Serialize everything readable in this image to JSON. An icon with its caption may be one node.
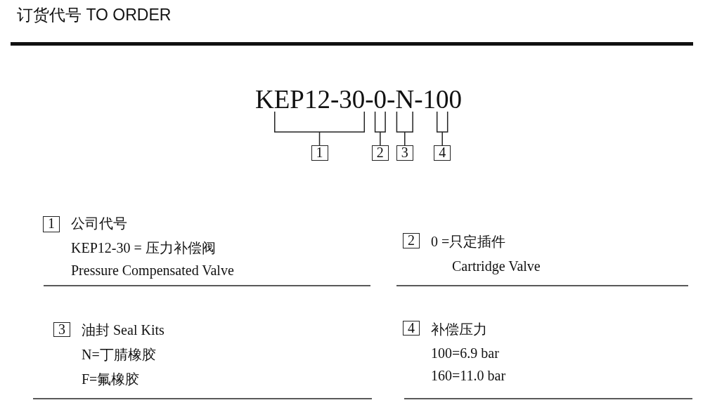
{
  "diagram": {
    "title": "订货代号 TO ORDER",
    "nodes": [
      {
        "text": [
          "1"
        ]
      },
      {
        "text": [
          "2"
        ]
      },
      {
        "text": [
          "3"
        ]
      },
      {
        "text": [
          "4"
        ]
      },
      {
        "text": [
          "1"
        ],
        "beside": [
          "公司代号",
          "KEP12-30 = 压力补偿阀",
          "Pressure Compensated Valve"
        ]
      },
      {
        "text": [
          "2"
        ],
        "beside": [
          "0 =只定插件",
          "Cartridge Valve"
        ]
      },
      {
        "text": [
          "3"
        ],
        "beside": [
          "油封 Seal Kits",
          "N=丁腈橡胶",
          "F=氟橡胶"
        ]
      },
      {
        "text": [
          "4"
        ],
        "beside": [
          "补偿压力",
          "100=6.9 bar",
          "160=11.0 bar"
        ]
      }
    ],
    "labels": [
      "KEP12-30-0-N-100"
    ]
  }
}
